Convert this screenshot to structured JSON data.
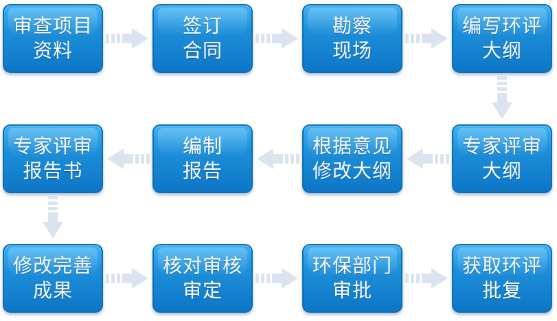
{
  "colors": {
    "box_top": "#3fb2f2",
    "box_bottom": "#0d76c6",
    "box_border": "#0b6fb8",
    "text": "#ffffff",
    "arrow": "#dbe3ee"
  },
  "steps": [
    {
      "lines": [
        "审查项目",
        "资料"
      ]
    },
    {
      "lines": [
        "签订",
        "合同"
      ]
    },
    {
      "lines": [
        "勘察",
        "现场"
      ]
    },
    {
      "lines": [
        "编写环评",
        "大纲"
      ]
    },
    {
      "lines": [
        "专家评审",
        "大纲"
      ]
    },
    {
      "lines": [
        "根据意见",
        "修改大纲"
      ]
    },
    {
      "lines": [
        "编制",
        "报告"
      ]
    },
    {
      "lines": [
        "专家评审",
        "报告书"
      ]
    },
    {
      "lines": [
        "修改完善",
        "成果"
      ]
    },
    {
      "lines": [
        "核对审核",
        "审定"
      ]
    },
    {
      "lines": [
        "环保部门",
        "审批"
      ]
    },
    {
      "lines": [
        "获取环评",
        "批复"
      ]
    }
  ]
}
